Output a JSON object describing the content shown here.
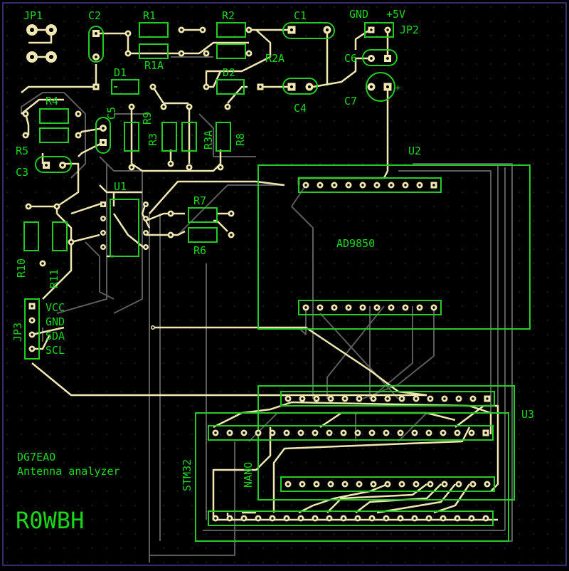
{
  "colors": {
    "background": "#000000",
    "grid": "#2e3030",
    "border": "#3a2a6a",
    "top_trace": "#f0e8b0",
    "bottom_trace": "#5c5c5c",
    "pad": "#f0e8b0",
    "silkscreen": "#22cc22",
    "label": "#19d819"
  },
  "labels": {
    "jp1": "JP1",
    "c2": "C2",
    "r1": "R1",
    "r2": "R2",
    "c1": "C1",
    "gnd": "GND",
    "v5": "+5V",
    "jp2": "JP2",
    "r1a": "R1A",
    "r2a": "R2A",
    "c6": "C6",
    "d1": "D1",
    "d2": "D2",
    "c4": "C4",
    "c7": "C7",
    "c7_plus": "+",
    "r4": "R4",
    "c5": "C5",
    "r9": "R9",
    "r3": "R3",
    "r3a": "R3A",
    "r8": "R8",
    "r5": "R5",
    "c3": "C3",
    "u2": "U2",
    "u1": "U1",
    "r7": "R7",
    "r6": "R6",
    "ad9850": "AD9850",
    "r10": "R10",
    "r11": "R11",
    "jp3": "JP3",
    "vcc": "VCC",
    "jp3_gnd": "GND",
    "sda": "SDA",
    "scl": "SCL",
    "u3": "U3",
    "author_line1": "DG7EAO",
    "author_line2": "Antenna analyzer",
    "stm32": "STM32",
    "nano": "NANO",
    "callsign": "R0WBH"
  }
}
